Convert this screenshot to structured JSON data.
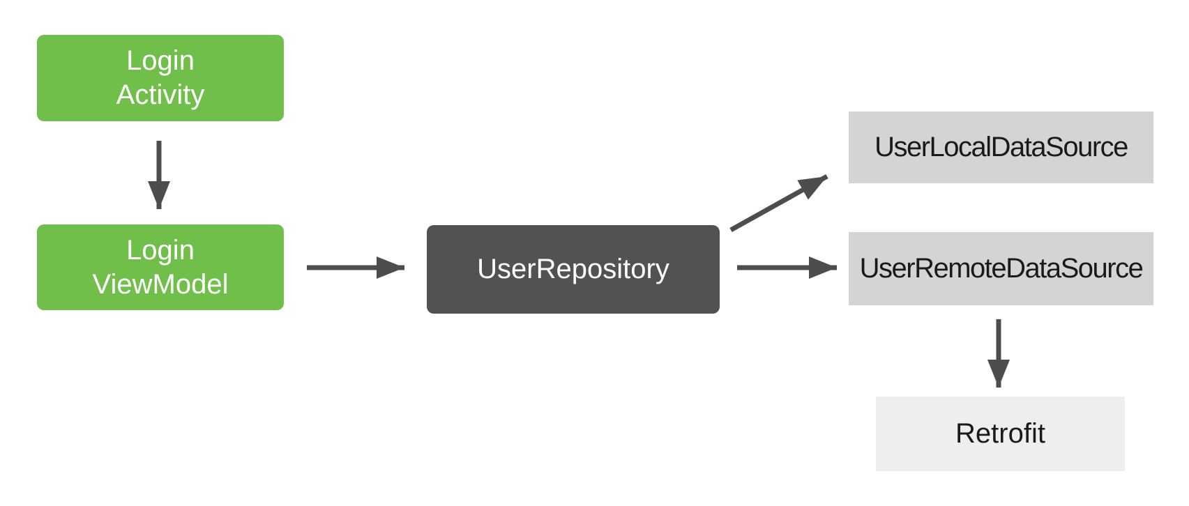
{
  "diagram": {
    "nodes": [
      {
        "id": "login-activity",
        "variant": "green",
        "lines": [
          "Login",
          "Activity"
        ]
      },
      {
        "id": "login-viewmodel",
        "variant": "green",
        "lines": [
          "Login",
          "ViewModel"
        ]
      },
      {
        "id": "user-repository",
        "variant": "dark",
        "lines": [
          "UserRepository"
        ]
      },
      {
        "id": "user-local-data-source",
        "variant": "light",
        "lines": [
          "UserLocalDataSource"
        ]
      },
      {
        "id": "user-remote-data-source",
        "variant": "light",
        "lines": [
          "UserRemoteDataSource"
        ]
      },
      {
        "id": "retrofit",
        "variant": "lighter",
        "lines": [
          "Retrofit"
        ]
      }
    ],
    "edges": [
      {
        "from": "login-activity",
        "to": "login-viewmodel",
        "direction": "down"
      },
      {
        "from": "login-viewmodel",
        "to": "user-repository",
        "direction": "right"
      },
      {
        "from": "user-repository",
        "to": "user-local-data-source",
        "direction": "up-right"
      },
      {
        "from": "user-repository",
        "to": "user-remote-data-source",
        "direction": "right"
      },
      {
        "from": "user-remote-data-source",
        "to": "retrofit",
        "direction": "down"
      }
    ],
    "colors": {
      "background": "#FFFFFF",
      "green_box": "#6FBF4A",
      "dark_box": "#525252",
      "light_box": "#D4D4D4",
      "lighter_box": "#EEEEEE",
      "arrow": "#4D4D4D",
      "text_on_color": "#FFFFFF",
      "text_on_light": "#1A1A1A"
    }
  }
}
